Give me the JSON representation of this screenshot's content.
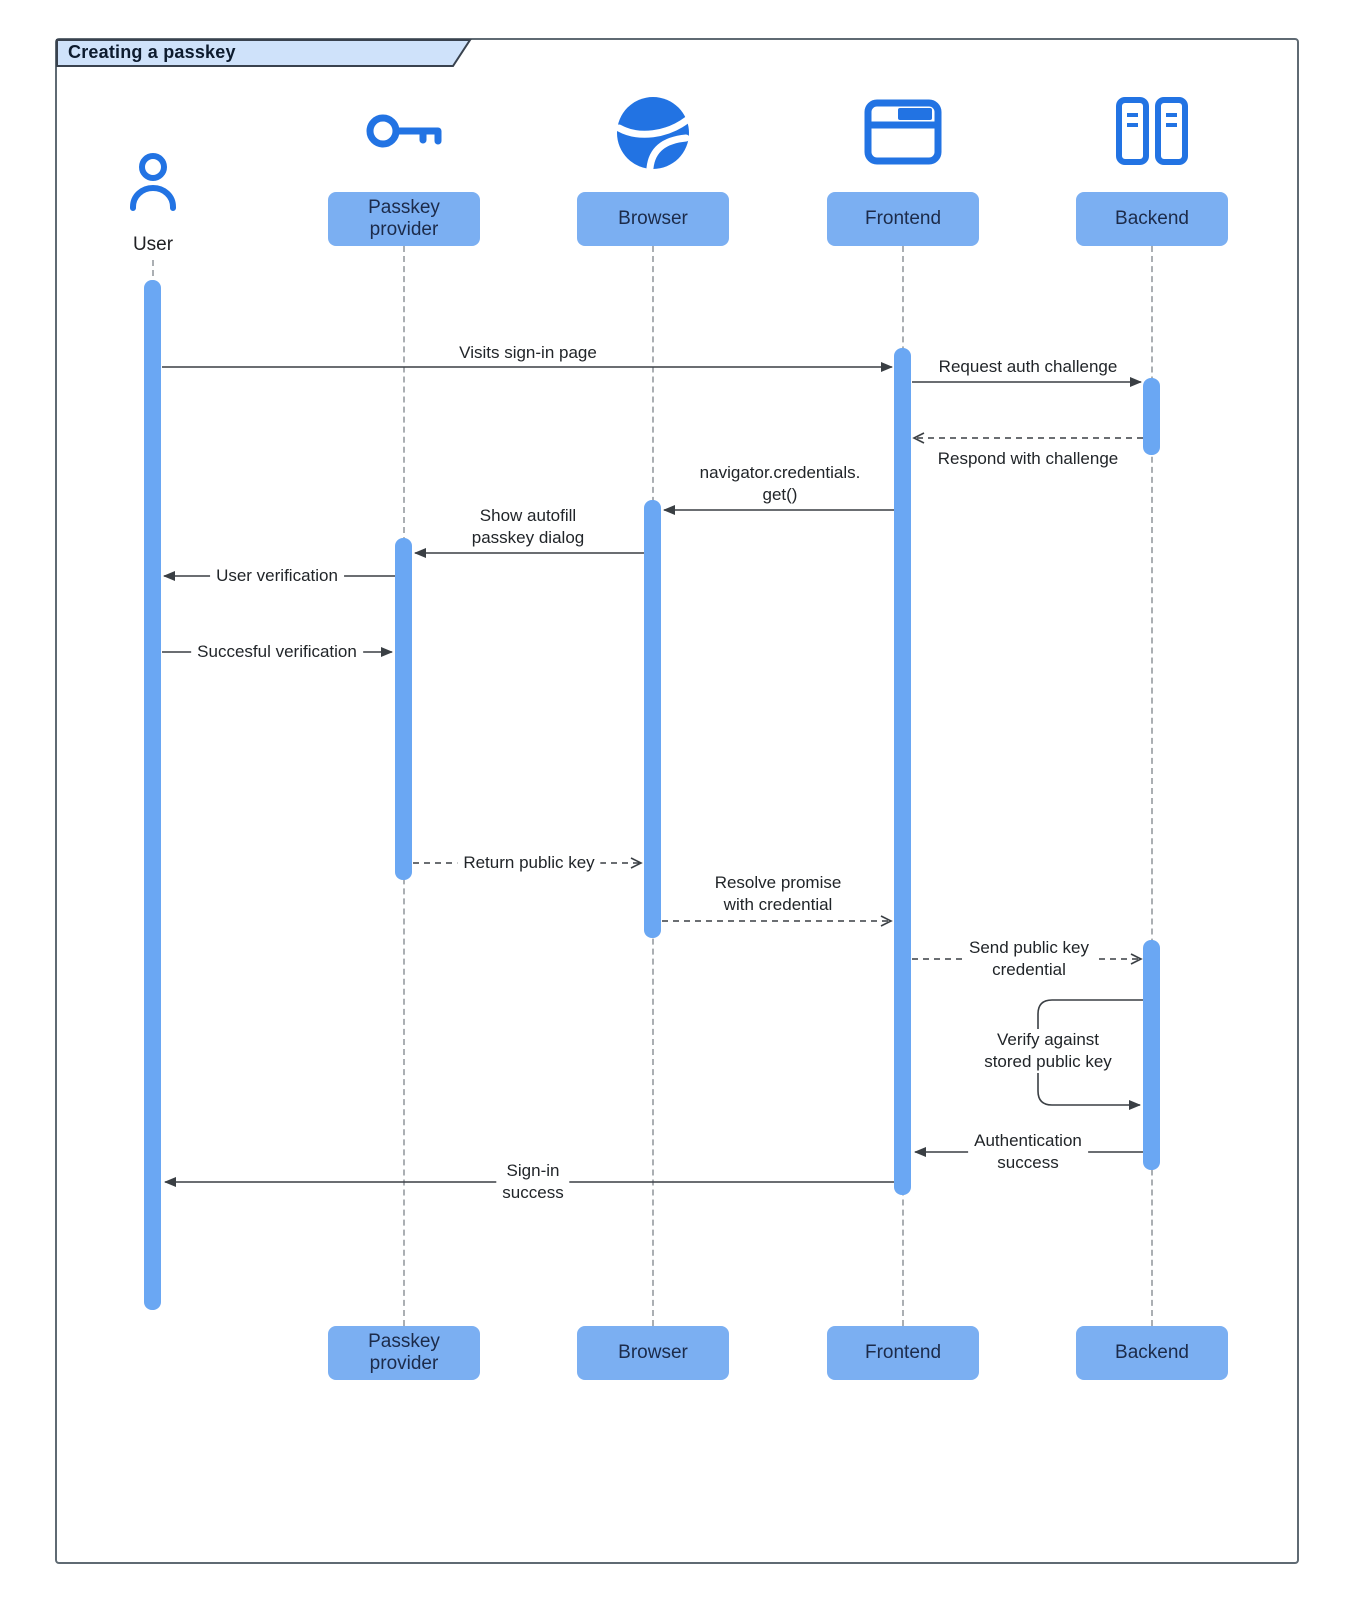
{
  "title": "Creating a passkey",
  "actors": [
    {
      "label": "User",
      "icon": "person-icon"
    },
    {
      "label": "Passkey\nprovider",
      "icon": "key-icon"
    },
    {
      "label": "Browser",
      "icon": "globe-icon"
    },
    {
      "label": "Frontend",
      "icon": "window-icon"
    },
    {
      "label": "Backend",
      "icon": "server-icon"
    }
  ],
  "footer_actors": [
    {
      "label": "Passkey\nprovider"
    },
    {
      "label": "Browser"
    },
    {
      "label": "Frontend"
    },
    {
      "label": "Backend"
    }
  ],
  "messages": [
    {
      "label": "Visits sign-in page",
      "from": "User",
      "to": "Frontend",
      "line": "solid"
    },
    {
      "label": "Request auth challenge",
      "from": "Frontend",
      "to": "Backend",
      "line": "solid"
    },
    {
      "label": "Respond with challenge",
      "from": "Backend",
      "to": "Frontend",
      "line": "dashed"
    },
    {
      "label": "navigator.credentials.\nget()",
      "from": "Frontend",
      "to": "Browser",
      "line": "solid"
    },
    {
      "label": "Show autofill\npasskey dialog",
      "from": "Browser",
      "to": "Passkey provider",
      "line": "solid"
    },
    {
      "label": "User verification",
      "from": "Passkey provider",
      "to": "User",
      "line": "solid"
    },
    {
      "label": "Succesful verification",
      "from": "User",
      "to": "Passkey provider",
      "line": "solid"
    },
    {
      "label": "Return public key",
      "from": "Passkey provider",
      "to": "Browser",
      "line": "dashed"
    },
    {
      "label": "Resolve promise\nwith credential",
      "from": "Browser",
      "to": "Frontend",
      "line": "dashed"
    },
    {
      "label": "Send public key\ncredential",
      "from": "Frontend",
      "to": "Backend",
      "line": "dashed"
    },
    {
      "label": "Verify against\nstored public key",
      "from": "Backend",
      "to": "Backend",
      "line": "solid"
    },
    {
      "label": "Authentication\nsuccess",
      "from": "Backend",
      "to": "Frontend",
      "line": "solid"
    },
    {
      "label": "Sign-in\nsuccess",
      "from": "Frontend",
      "to": "User",
      "line": "solid"
    }
  ],
  "colors": {
    "icon_blue": "#2273E3",
    "actor_box_fill": "#7BAFF2",
    "activation_bar_fill": "#6AA7F3",
    "title_tab_fill": "#CFE2FA",
    "arrow": "#3A3F44"
  }
}
